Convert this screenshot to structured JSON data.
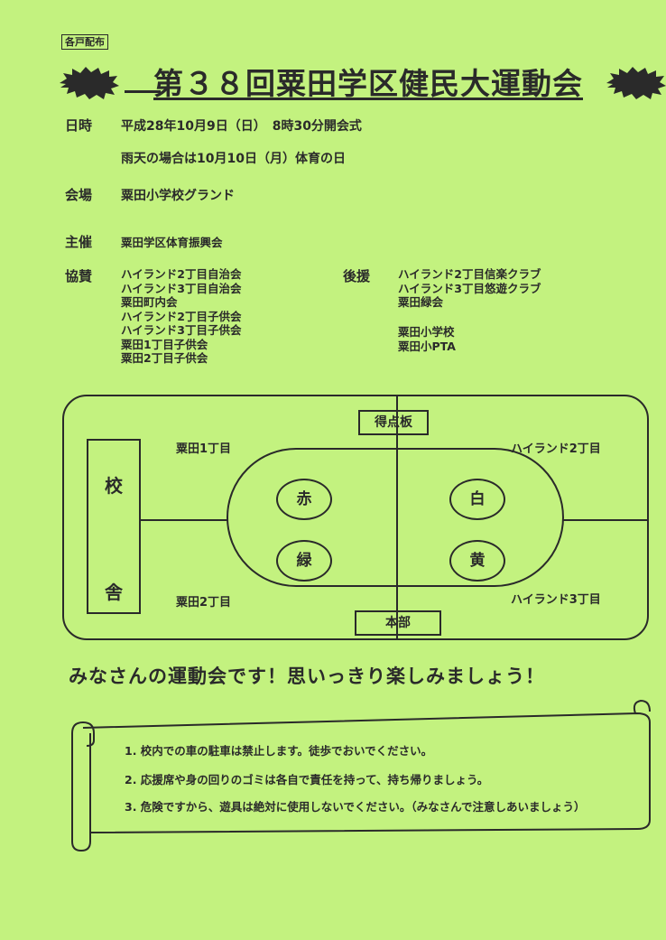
{
  "tag": "各戸配布",
  "title": "第３８回粟田学区健民大運動会",
  "info": {
    "datetime_label": "日時",
    "datetime_value": "平成28年10月9日（日）　8時30分開会式",
    "rain_value": "雨天の場合は10月10日（月）体育の日",
    "venue_label": "会場",
    "venue_value": "粟田小学校グランド",
    "host_label": "主催",
    "host_value": "粟田学区体育振興会",
    "sponsor_label": "協賛",
    "sponsors": [
      "ハイランド2丁目自治会",
      "ハイランド3丁目自治会",
      "粟田町内会",
      "ハイランド2丁目子供会",
      "ハイランド3丁目子供会",
      "粟田1丁目子供会",
      "粟田2丁目子供会"
    ],
    "support_label": "後援",
    "supporters_a": [
      "ハイランド2丁目信楽クラブ",
      "ハイランド3丁目悠遊クラブ",
      "粟田緑会"
    ],
    "supporters_b": [
      "粟田小学校",
      "粟田小PTA"
    ]
  },
  "map": {
    "scoreboard": "得点板",
    "headquarters": "本部",
    "school_top": "校",
    "school_bottom": "舎",
    "area_tl": "粟田1丁目",
    "area_bl": "粟田2丁目",
    "area_tr": "ハイランド2丁目",
    "area_br": "ハイランド3丁目",
    "team_red": "赤",
    "team_green": "緑",
    "team_white": "白",
    "team_yellow": "黄"
  },
  "slogan": "みなさんの運動会です！思いっきり楽しみましょう！",
  "notes": [
    "1. 校内での車の駐車は禁止します。徒歩でおいでください。",
    "2. 応援席や身の回りのゴミは各自で責任を持って、持ち帰りましょう。",
    "3. 危険ですから、遊具は絶対に使用しないでください。（みなさんで注意しあいましょう）"
  ],
  "colors": {
    "paper": "#c3f27f",
    "ink": "#2a2a2a"
  }
}
